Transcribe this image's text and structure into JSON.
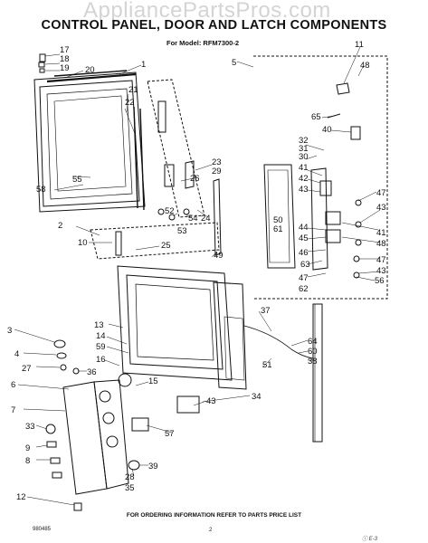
{
  "watermark": "AppliancePartsPros.com",
  "title": "CONTROL PANEL, DOOR AND LATCH COMPONENTS",
  "subtitle": "For Model: RFM7300-2",
  "footer": "FOR ORDERING INFORMATION REFER TO PARTS PRICE LIST",
  "doc_code": "980485",
  "page_number": "2",
  "signature": "ⓘ E-3",
  "callouts": [
    {
      "label": "17"
    },
    {
      "label": "18"
    },
    {
      "label": "19"
    },
    {
      "label": "20"
    },
    {
      "label": "1"
    },
    {
      "label": "21"
    },
    {
      "label": "22"
    },
    {
      "label": "55"
    },
    {
      "label": "58"
    },
    {
      "label": "23"
    },
    {
      "label": "29"
    },
    {
      "label": "26"
    },
    {
      "label": "52"
    },
    {
      "label": "54"
    },
    {
      "label": "24"
    },
    {
      "label": "53"
    },
    {
      "label": "2"
    },
    {
      "label": "10"
    },
    {
      "label": "25"
    },
    {
      "label": "49"
    },
    {
      "label": "5"
    },
    {
      "label": "11"
    },
    {
      "label": "48"
    },
    {
      "label": "65"
    },
    {
      "label": "40"
    },
    {
      "label": "32"
    },
    {
      "label": "31"
    },
    {
      "label": "30"
    },
    {
      "label": "41"
    },
    {
      "label": "42"
    },
    {
      "label": "43"
    },
    {
      "label": "47"
    },
    {
      "label": "43"
    },
    {
      "label": "50"
    },
    {
      "label": "61"
    },
    {
      "label": "44"
    },
    {
      "label": "45"
    },
    {
      "label": "41"
    },
    {
      "label": "48"
    },
    {
      "label": "46"
    },
    {
      "label": "63"
    },
    {
      "label": "47"
    },
    {
      "label": "43"
    },
    {
      "label": "47"
    },
    {
      "label": "62"
    },
    {
      "label": "56"
    },
    {
      "label": "13"
    },
    {
      "label": "3"
    },
    {
      "label": "14"
    },
    {
      "label": "59"
    },
    {
      "label": "4"
    },
    {
      "label": "16"
    },
    {
      "label": "27"
    },
    {
      "label": "36"
    },
    {
      "label": "37"
    },
    {
      "label": "64"
    },
    {
      "label": "60"
    },
    {
      "label": "51"
    },
    {
      "label": "38"
    },
    {
      "label": "6"
    },
    {
      "label": "7"
    },
    {
      "label": "15"
    },
    {
      "label": "33"
    },
    {
      "label": "43"
    },
    {
      "label": "34"
    },
    {
      "label": "9"
    },
    {
      "label": "8"
    },
    {
      "label": "57"
    },
    {
      "label": "39"
    },
    {
      "label": "28"
    },
    {
      "label": "35"
    },
    {
      "label": "12"
    }
  ]
}
